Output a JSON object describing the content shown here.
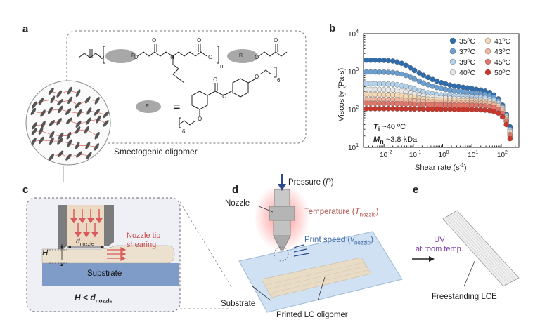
{
  "panels": {
    "a": {
      "letter": "a",
      "caption": "Smectogenic oligomer",
      "r_label": "R",
      "equals": "=",
      "n_sub": "n",
      "six_sub": "6"
    },
    "b": {
      "letter": "b",
      "annotations": {
        "ti_label": "T",
        "ti_sub": "i",
        "ti_value": " ~40 ºC",
        "mn_label": "M",
        "mn_sub": "n",
        "mn_value": " ~3.8 kDa"
      }
    },
    "c": {
      "letter": "c",
      "labels": {
        "h": "H",
        "d": "d",
        "d_sub": "nozzle",
        "tip1": "Nozzle tip",
        "tip2": "shearing",
        "substrate": "Substrate",
        "cond_h": "H",
        "cond_lt": " < ",
        "cond_d": "d",
        "cond_sub": "nozzle"
      }
    },
    "d": {
      "letter": "d",
      "labels": {
        "pressure": "Pressure (",
        "pressure_p": "P",
        "pressure_end": ")",
        "nozzle": "Nozzle",
        "temperature": "Temperature (",
        "temp_t": "T",
        "temp_sub": "nozzle",
        "temp_end": ")",
        "speed": "Print speed (",
        "speed_v": "v",
        "speed_sub": "nozzle",
        "speed_end": ")",
        "substrate": "Substrate",
        "printed": "Printed LC oligomer"
      },
      "uv": {
        "line1": "UV",
        "line2": "at room temp."
      }
    },
    "e": {
      "letter": "e",
      "label": "Freestanding LCE"
    }
  },
  "chart_data": {
    "type": "scatter",
    "title": "",
    "xlabel": "Shear rate (s",
    "xlabel_sup": "-1",
    "xlabel_end": ")",
    "ylabel": "Viscosity (Pa·s)",
    "xscale": "log",
    "yscale": "log",
    "xlim": [
      0.002,
      400
    ],
    "ylim": [
      10,
      10000
    ],
    "x_ticks": [
      {
        "value": 0.01,
        "base": "10",
        "exp": "-2"
      },
      {
        "value": 0.1,
        "base": "10",
        "exp": "-1"
      },
      {
        "value": 1,
        "base": "10",
        "exp": "0"
      },
      {
        "value": 10,
        "base": "10",
        "exp": "1"
      },
      {
        "value": 100,
        "base": "10",
        "exp": "2"
      }
    ],
    "y_ticks": [
      {
        "value": 10,
        "base": "10",
        "exp": "1"
      },
      {
        "value": 100,
        "base": "10",
        "exp": "2"
      },
      {
        "value": 1000,
        "base": "10",
        "exp": "3"
      },
      {
        "value": 10000,
        "base": "10",
        "exp": "4"
      }
    ],
    "legend_position": "top-right",
    "x": [
      0.0025,
      0.0035,
      0.005,
      0.007,
      0.01,
      0.014,
      0.02,
      0.028,
      0.04,
      0.056,
      0.08,
      0.11,
      0.16,
      0.22,
      0.32,
      0.45,
      0.63,
      0.9,
      1.26,
      1.78,
      2.5,
      3.5,
      5,
      7,
      10,
      14,
      20,
      28,
      40,
      56,
      80,
      110,
      150,
      200
    ],
    "series": [
      {
        "name": "35ºC",
        "color": "#2d6cae",
        "values": [
          2000,
          2000,
          2000,
          1990,
          1980,
          1950,
          1900,
          1800,
          1650,
          1450,
          1250,
          1070,
          920,
          800,
          700,
          620,
          560,
          510,
          470,
          440,
          420,
          400,
          385,
          370,
          355,
          340,
          325,
          305,
          280,
          240,
          190,
          130,
          75,
          35
        ]
      },
      {
        "name": "37ºC",
        "color": "#6a9fd2",
        "values": [
          980,
          980,
          975,
          970,
          965,
          955,
          940,
          910,
          860,
          790,
          710,
          630,
          560,
          500,
          450,
          410,
          380,
          355,
          335,
          320,
          310,
          300,
          290,
          282,
          275,
          268,
          260,
          250,
          235,
          210,
          170,
          120,
          70,
          30
        ]
      },
      {
        "name": "39ºC",
        "color": "#b5d2ec",
        "values": [
          480,
          480,
          478,
          476,
          473,
          468,
          460,
          448,
          430,
          405,
          375,
          345,
          318,
          295,
          275,
          260,
          250,
          242,
          236,
          232,
          228,
          225,
          222,
          219,
          216,
          212,
          208,
          202,
          192,
          175,
          150,
          110,
          65,
          28
        ]
      },
      {
        "name": "40ºC",
        "color": "#e6e6e6",
        "values": [
          340,
          340,
          339,
          338,
          336,
          333,
          328,
          320,
          308,
          292,
          275,
          258,
          242,
          230,
          220,
          212,
          206,
          202,
          198,
          195,
          193,
          191,
          189,
          187,
          185,
          182,
          178,
          173,
          165,
          152,
          132,
          100,
          60,
          26
        ]
      },
      {
        "name": "41ºC",
        "color": "#f3d8b4",
        "values": [
          250,
          250,
          249,
          248,
          247,
          245,
          242,
          238,
          232,
          224,
          215,
          206,
          198,
          191,
          186,
          182,
          179,
          177,
          175,
          173,
          172,
          171,
          170,
          169,
          168,
          166,
          163,
          159,
          153,
          142,
          125,
          95,
          57,
          24
        ]
      },
      {
        "name": "43ºC",
        "color": "#f0b59e",
        "values": [
          185,
          185,
          185,
          184,
          184,
          183,
          182,
          180,
          178,
          175,
          172,
          168,
          165,
          162,
          160,
          158,
          157,
          156,
          155,
          154,
          153,
          152,
          152,
          151,
          150,
          149,
          147,
          144,
          139,
          130,
          115,
          88,
          53,
          22
        ]
      },
      {
        "name": "45ºC",
        "color": "#e0766a",
        "values": [
          145,
          145,
          145,
          145,
          144,
          144,
          143,
          142,
          141,
          140,
          139,
          137,
          136,
          135,
          134,
          133,
          133,
          132,
          132,
          131,
          131,
          130,
          130,
          129,
          129,
          128,
          126,
          124,
          120,
          113,
          100,
          78,
          48,
          20
        ]
      },
      {
        "name": "50ºC",
        "color": "#c8362c",
        "values": [
          105,
          105,
          105,
          105,
          105,
          105,
          105,
          104,
          104,
          104,
          103,
          103,
          103,
          102,
          102,
          102,
          102,
          101,
          101,
          101,
          101,
          100,
          100,
          100,
          100,
          99,
          98,
          96,
          93,
          88,
          80,
          64,
          40,
          17
        ]
      }
    ]
  }
}
